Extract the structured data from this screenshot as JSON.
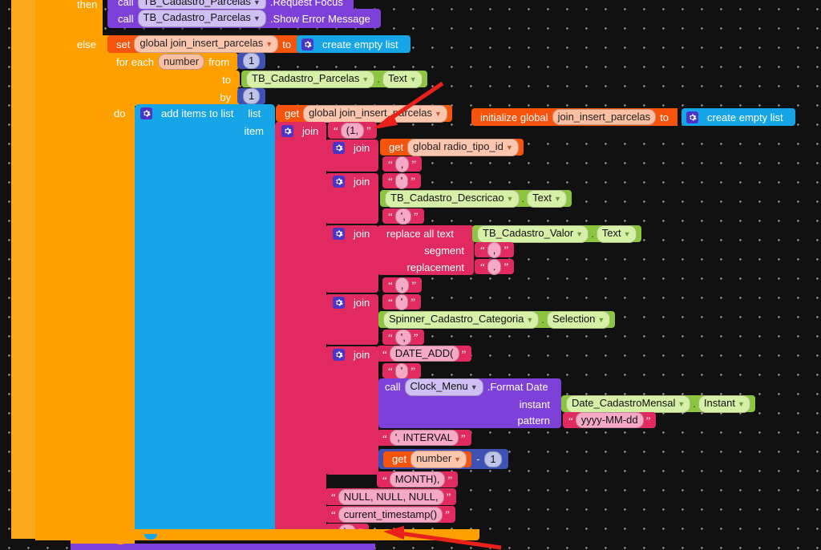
{
  "app": {
    "name": "MIT App Inventor Blocks Editor",
    "canvas_background": "#111111",
    "colors": {
      "control": "#FFA000",
      "control_light": "#FBA81C",
      "variables": "#F6530D",
      "lists": "#16A6E8",
      "text": "#E02A60",
      "component_method": "#7D40D8",
      "component_getter": "#8CC63F",
      "math": "#3F51B5",
      "mutator_gear": "#4A35C6",
      "annotation_arrow": "#E8211A"
    }
  },
  "blocks": {
    "then_label": "then",
    "else_label": "else",
    "call_request_focus": {
      "call": "call",
      "component": "TB_Cadastro_Parcelas",
      "method": ".Request Focus"
    },
    "call_show_error": {
      "call": "call",
      "component": "TB_Cadastro_Parcelas",
      "method": ".Show Error Message"
    },
    "set_global": {
      "set": "set",
      "variable": "global join_insert_parcelas",
      "to": "to",
      "value": "create empty list"
    },
    "for_each": {
      "for_each": "for each",
      "var": "number",
      "from_label": "from",
      "from_value": "1",
      "to_label": "to",
      "to_component": "TB_Cadastro_Parcelas",
      "to_property": "Text",
      "by_label": "by",
      "by_value": "1",
      "do_label": "do"
    },
    "add_items": {
      "title": "add items to list",
      "list_label": "list",
      "list_value_get": "get",
      "list_value_var": "global join_insert_parcelas",
      "item_label": "item"
    },
    "initialize_global": {
      "init": "initialize global",
      "name": "join_insert_parcelas",
      "to": "to",
      "value": "create empty list"
    },
    "joins": [
      {
        "label": "join",
        "text": "(1,"
      },
      {
        "label": "join",
        "get": "get",
        "var": "global radio_tipo_id",
        "text": ","
      },
      {
        "label": "join",
        "text_a": "'",
        "component": "TB_Cadastro_Descricao",
        "property": "Text",
        "text_b": "',"
      },
      {
        "label": "join",
        "op": "replace all text",
        "component": "TB_Cadastro_Valor",
        "property": "Text",
        "segment_label": "segment",
        "segment": ",",
        "replacement_label": "replacement",
        "replacement": ".",
        "text_b": ","
      },
      {
        "label": "join",
        "text_a": "'",
        "component": "Spinner_Cadastro_Categoria",
        "property": "Selection",
        "text_b": "',"
      },
      {
        "label": "join",
        "text_a": "DATE_ADD(",
        "text_b": "'",
        "call": "call",
        "clock": "Clock_Menu",
        "method": ".Format Date",
        "instant_label": "instant",
        "instant_component": "Date_CadastroMensal",
        "instant_property": "Instant",
        "pattern_label": "pattern",
        "pattern": "yyyy-MM-dd",
        "text_c": "', INTERVAL",
        "get": "get",
        "get_var": "number",
        "minus": "-",
        "minus_value": "1",
        "text_d": " MONTH),"
      }
    ],
    "tail_texts": [
      "NULL, NULL, NULL,",
      "current_timestamp()",
      "),"
    ]
  }
}
